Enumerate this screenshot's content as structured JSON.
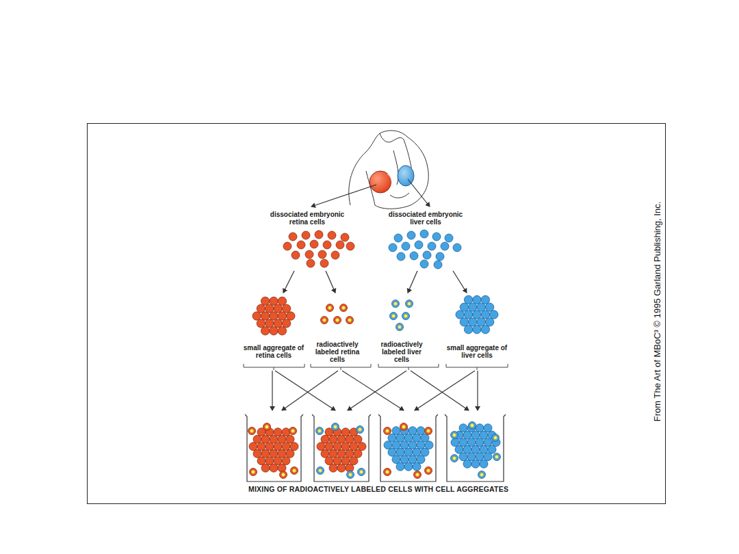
{
  "diagram": {
    "caption": "MIXING OF RADIOACTIVELY LABELED CELLS WITH CELL AGGREGATES",
    "labels": [
      "dissociated embryonic retina cells",
      "dissociated embryonic liver cells",
      "small aggregate of retina cells",
      "radioactively labeled retina cells",
      "radioactively labeled liver cells",
      "small aggregate of liver cells",
      "From The Art of MBoC³ © 1995 Garland Publishing, Inc."
    ]
  }
}
